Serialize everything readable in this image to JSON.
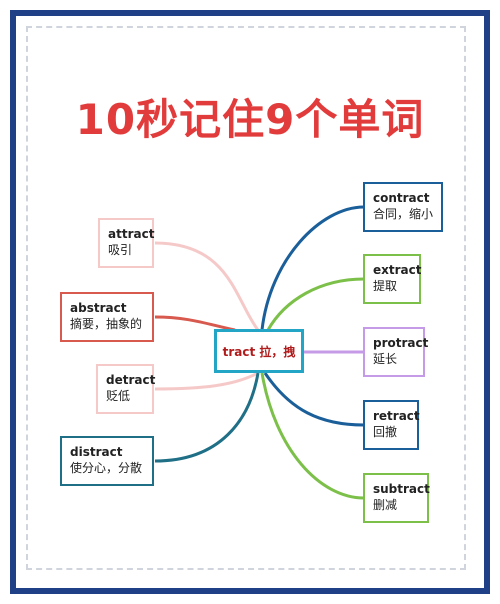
{
  "title": "10秒记住9个单词",
  "center": "tract 拉，拽",
  "left_nodes": [
    {
      "en": "attract",
      "cn": "吸引",
      "color": "#f6c9c9"
    },
    {
      "en": "abstract",
      "cn": "摘要，抽象的",
      "color": "#d85a4f"
    },
    {
      "en": "detract",
      "cn": "贬低",
      "color": "#f6c9c9"
    },
    {
      "en": "distract",
      "cn": "使分心，分散",
      "color": "#1f6f87"
    }
  ],
  "right_nodes": [
    {
      "en": "contract",
      "cn": "合同，缩小",
      "color": "#1b5f9a"
    },
    {
      "en": "extract",
      "cn": "提取",
      "color": "#7cc04a"
    },
    {
      "en": "protract",
      "cn": "延长",
      "color": "#c59ae6"
    },
    {
      "en": "retract",
      "cn": "回撤",
      "color": "#1b5f9a"
    },
    {
      "en": "subtract",
      "cn": "删减",
      "color": "#7cc04a"
    }
  ]
}
